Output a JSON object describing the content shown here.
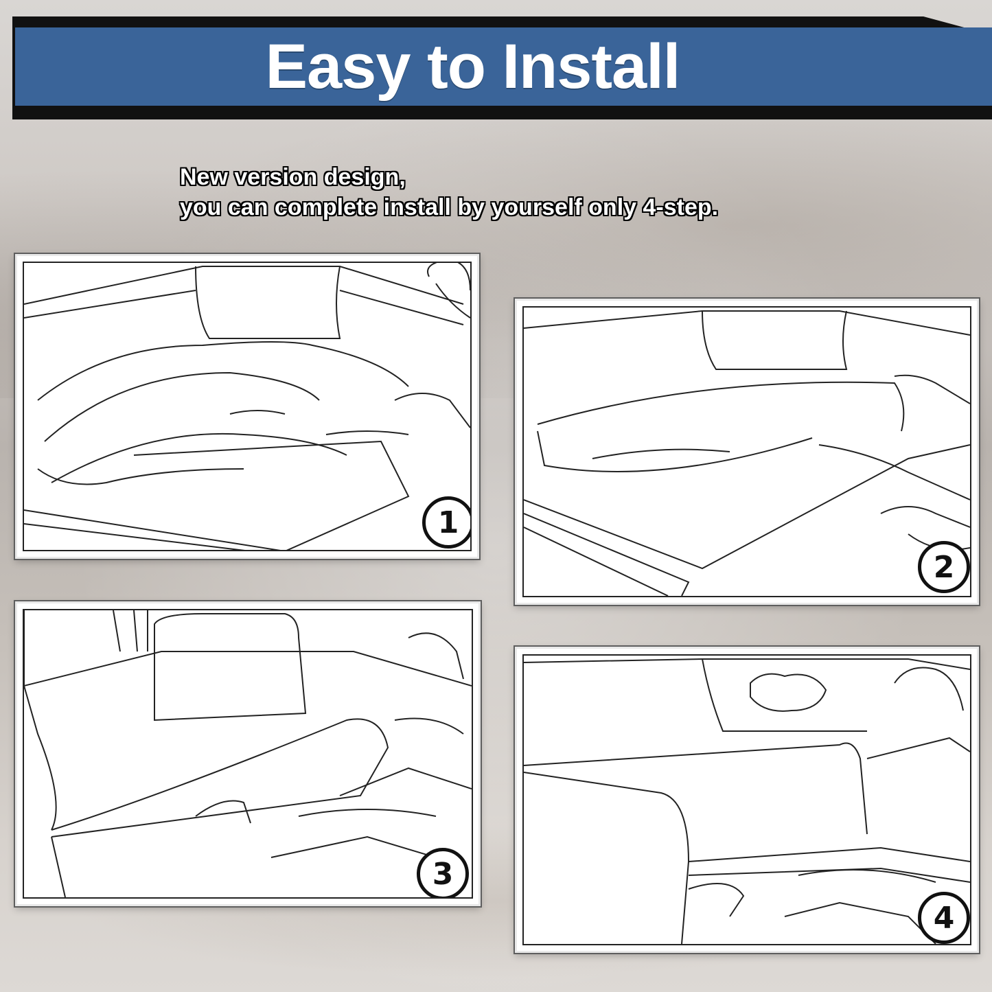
{
  "banner": {
    "title": "Easy to Install"
  },
  "subtitle": {
    "line1": "New version design,",
    "line2": "you can complete install by yourself only 4-step."
  },
  "steps": [
    {
      "number": "1"
    },
    {
      "number": "2"
    },
    {
      "number": "3"
    },
    {
      "number": "4"
    }
  ],
  "colors": {
    "banner": "#3a6499",
    "banner_shadow": "#111111"
  }
}
